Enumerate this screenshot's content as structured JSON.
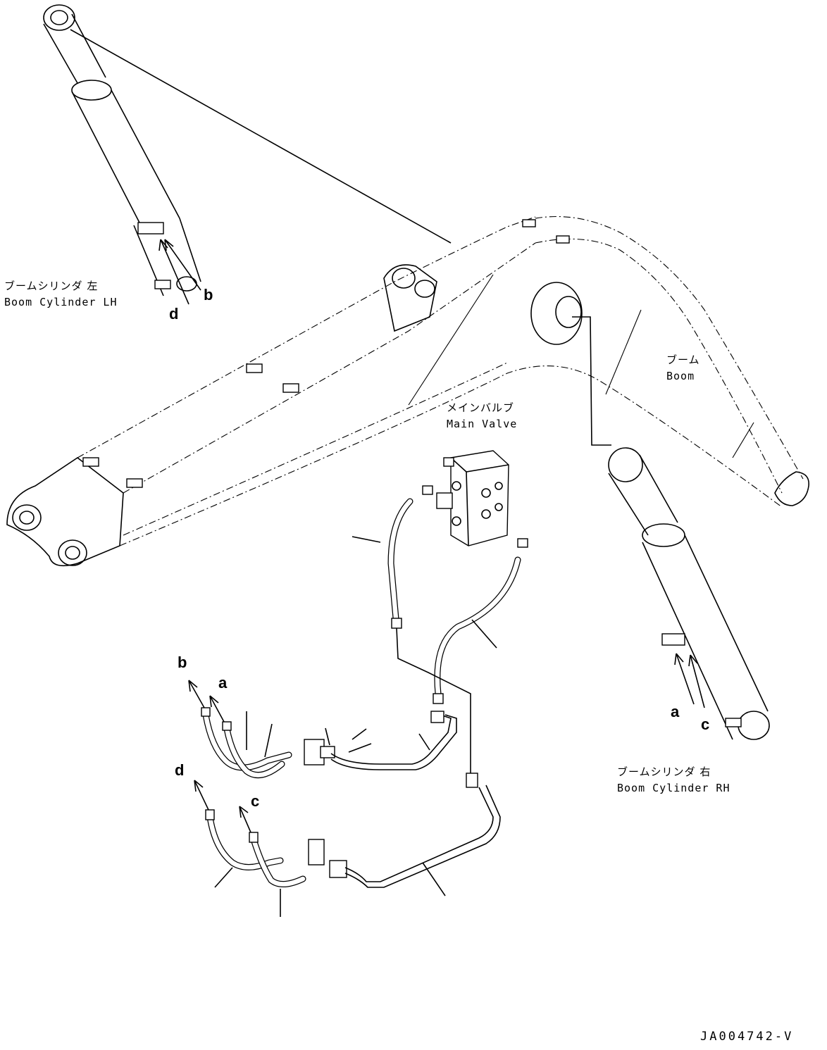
{
  "labels": {
    "boom_cyl_lh": {
      "jp": "ブームシリンダ 左",
      "en": "Boom Cylinder LH"
    },
    "boom_cyl_rh": {
      "jp": "ブームシリンダ 右",
      "en": "Boom Cylinder RH"
    },
    "boom": {
      "jp": "ブーム",
      "en": "Boom"
    },
    "main_valve": {
      "jp": "メインバルブ",
      "en": "Main Valve"
    }
  },
  "port_letters": {
    "lh_b": "b",
    "lh_d": "d",
    "rh_a": "a",
    "rh_c": "c",
    "pipe_b": "b",
    "pipe_a": "a",
    "pipe_d": "d",
    "pipe_c": "c"
  },
  "drawing_code": "JA004742-V"
}
